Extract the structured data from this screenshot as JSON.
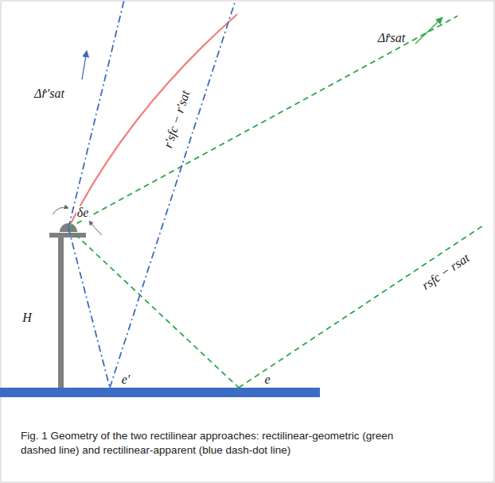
{
  "diagram": {
    "caption": "Fig. 1 Geometry of the two rectilinear approaches: rectilinear-geometric (green dashed line) and rectilinear-apparent (blue dash-dot line)",
    "labels": [
      "Δr̂′sat",
      "Δr̂sat",
      "δe",
      "H",
      "e′",
      "e",
      "r′sfc − r′sat",
      "rsfc − rsat"
    ]
  }
}
